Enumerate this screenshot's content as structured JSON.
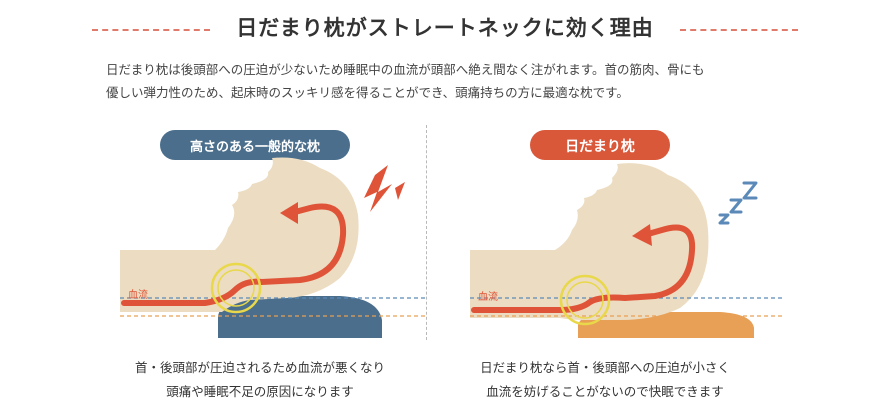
{
  "title": "日だまり枕がストレートネックに効く理由",
  "description": {
    "line1": "日だまり枕は後頭部への圧迫が少ないため睡眠中の血流が頭部へ絶え間なく注がれます。首の筋肉、骨にも",
    "line2": "優しい弾力性のため、起床時のスッキリ感を得ることができ、頭痛持ちの方に最適な枕です。"
  },
  "left_panel": {
    "label": "高さのある一般的な枕",
    "label_color": "#4a6e8c",
    "blood_flow_label": "血流",
    "caption_line1": "首・後頭部が圧迫されるため血流が悪くなり",
    "caption_line2": "頭痛や睡眠不足の原因になります"
  },
  "right_panel": {
    "label": "日だまり枕",
    "label_color": "#d9583a",
    "blood_flow_label": "血流",
    "caption_line1": "日だまり枕なら首・後頭部への圧迫が小さく",
    "caption_line2": "血流を妨げることがないので快眠できます"
  },
  "icons": {
    "left_stress": "lightning-icon",
    "right_sleep": "zzz-icon"
  },
  "colors": {
    "skin": "#ecdcc1",
    "blood": "#df5438",
    "highlight": "#e8d84a",
    "pillow_left": "#4a6e8c",
    "pillow_right": "#e8a056"
  }
}
